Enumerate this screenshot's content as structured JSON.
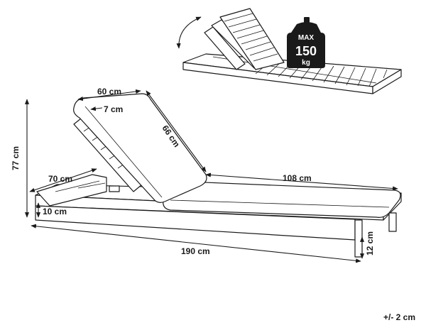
{
  "dimensions": {
    "backrest_width": "60 cm",
    "backrest_gap": "7 cm",
    "backrest_length": "66 cm",
    "seat_length": "108 cm",
    "total_height": "77 cm",
    "footrest_length": "70 cm",
    "base_height": "10 cm",
    "total_length": "190 cm",
    "leg_height": "12 cm"
  },
  "weight_badge": {
    "prefix": "MAX",
    "value": "150",
    "unit": "kg"
  },
  "tolerance": "+/- 2 cm"
}
